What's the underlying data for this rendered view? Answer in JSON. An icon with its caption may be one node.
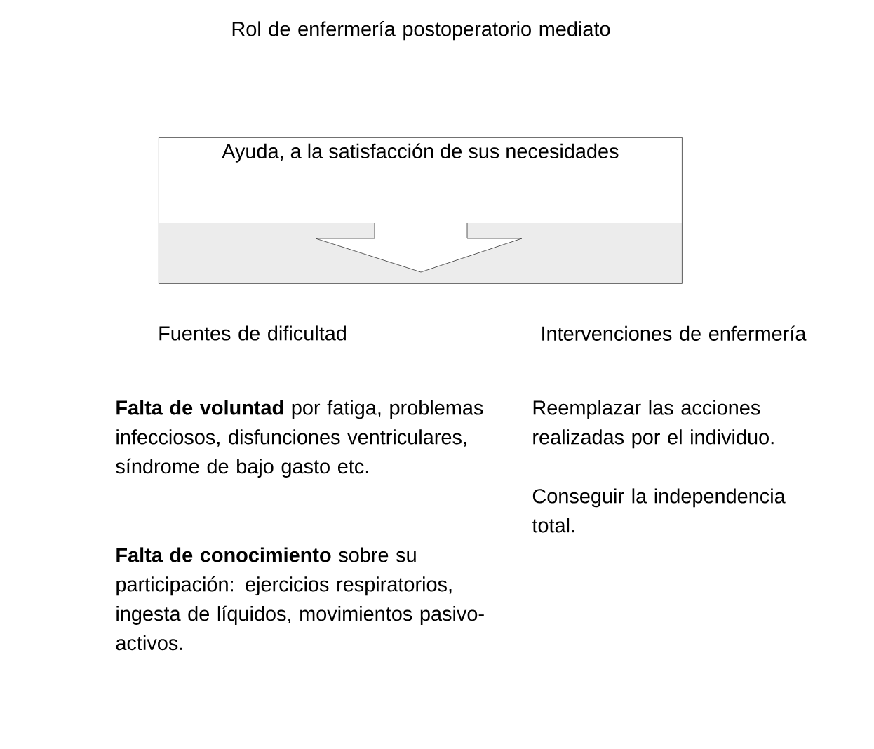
{
  "diagram": {
    "title": "Rol de enfermería postoperatorio mediato",
    "nodes": [
      {
        "text": [
          "Ayuda, a la satisfacción de sus necesidades"
        ]
      }
    ],
    "labels": [
      "Fuentes de dificultad",
      "Intervenciones de enfermería",
      "**Falta de voluntad** por fatiga, problemas infecciosos, disfunciones ventriculares, síndrome de bajo gasto etc.",
      "**Falta de conocimiento** sobre su participación: ejercicios respiratorios, ingesta de líquidos, movimientos pasivo-activos.",
      "Reemplazar las acciones realizadas por el individuo.",
      "Conseguir la independencia total."
    ]
  }
}
